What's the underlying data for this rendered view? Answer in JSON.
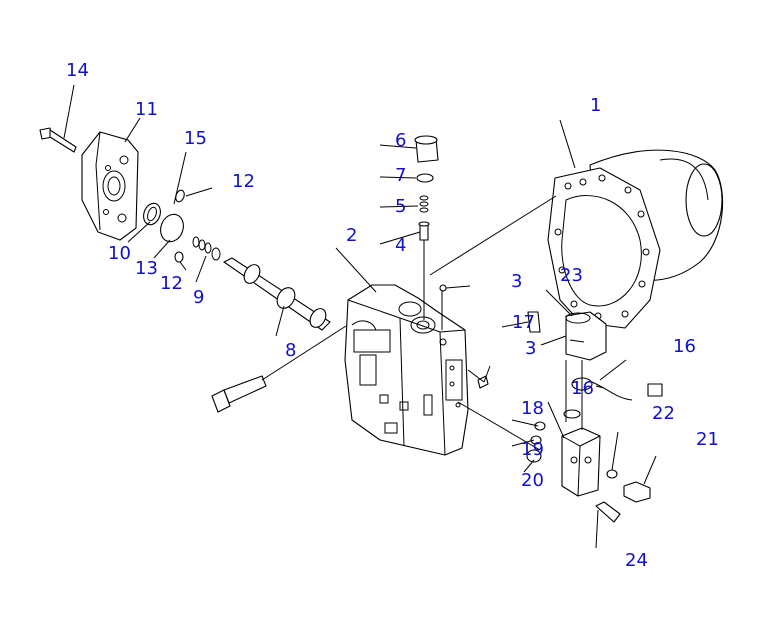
{
  "diagram": {
    "labels": {
      "p1": "1",
      "p2": "2",
      "p3a": "3",
      "p3b": "3",
      "p4": "4",
      "p5": "5",
      "p6": "6",
      "p7": "7",
      "p8": "8",
      "p9": "9",
      "p10": "10",
      "p11": "11",
      "p12a": "12",
      "p12b": "12",
      "p13": "13",
      "p14": "14",
      "p15": "15",
      "p16a": "16",
      "p16b": "16",
      "p17": "17",
      "p18": "18",
      "p19": "19",
      "p20": "20",
      "p21": "21",
      "p22": "22",
      "p23": "23",
      "p24": "24"
    },
    "colors": {
      "label": "#1111cc",
      "line": "#000000",
      "background": "#ffffff"
    }
  }
}
